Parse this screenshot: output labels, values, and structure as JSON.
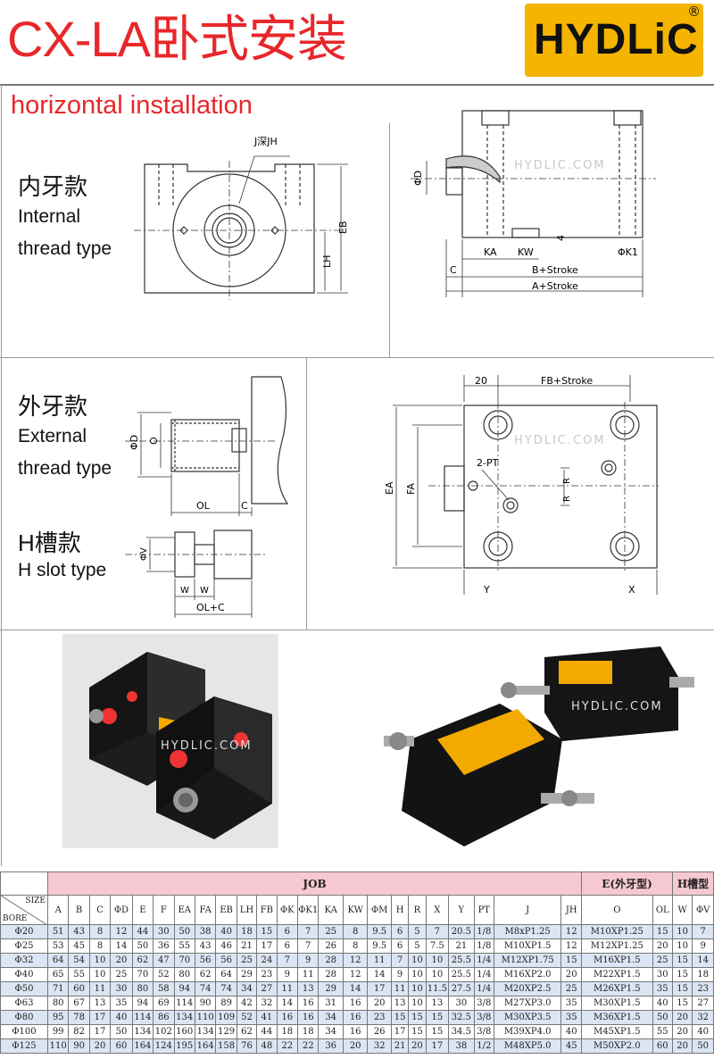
{
  "header": {
    "title": "CX-LA卧式安装",
    "logo_text": "HYDLiC",
    "logo_mark": "®",
    "subtitle": "horizontal installation"
  },
  "sections": {
    "internal": {
      "cn": "内牙款",
      "en1": "Internal",
      "en2": "thread type"
    },
    "external": {
      "cn": "外牙款",
      "en1": "External",
      "en2": "thread type"
    },
    "hslot": {
      "cn": "H槽款",
      "en": "H slot type"
    }
  },
  "watermark": "HYDLIC.COM",
  "drawing_labels": {
    "j_depth": "J深JH",
    "eb": "EB",
    "lh": "LH",
    "d": "ΦD",
    "ka": "KA",
    "kw": "KW",
    "k1": "ΦK1",
    "four": "4",
    "c": "C",
    "b_stroke": "B+Stroke",
    "a_stroke": "A+Stroke",
    "twenty": "20",
    "fb_stroke": "FB+Stroke",
    "pt": "2-PT",
    "r": "R",
    "ea": "EA",
    "fa": "FA",
    "y": "Y",
    "x": "X",
    "o": "O",
    "ol": "OL",
    "v": "ΦV",
    "w": "W",
    "olc": "OL+C"
  },
  "table": {
    "groups": {
      "job": "JOB",
      "ext": "E(外牙型)",
      "h": "H槽型"
    },
    "corner_size": "SIZE",
    "corner_bore": "BORE",
    "columns": [
      "A",
      "B",
      "C",
      "ΦD",
      "E",
      "F",
      "EA",
      "FA",
      "EB",
      "LH",
      "FB",
      "ΦK",
      "ΦK1",
      "KA",
      "KW",
      "ΦM",
      "H",
      "R",
      "X",
      "Y",
      "PT",
      "J",
      "JH",
      "O",
      "OL",
      "W",
      "ΦV"
    ],
    "rows": [
      [
        "Φ20",
        "51",
        "43",
        "8",
        "12",
        "44",
        "30",
        "50",
        "38",
        "40",
        "18",
        "15",
        "6",
        "7",
        "25",
        "8",
        "9.5",
        "6",
        "5",
        "7",
        "20.5",
        "1/8",
        "M8xP1.25",
        "12",
        "M10XP1.25",
        "15",
        "10",
        "7"
      ],
      [
        "Φ25",
        "53",
        "45",
        "8",
        "14",
        "50",
        "36",
        "55",
        "43",
        "46",
        "21",
        "17",
        "6",
        "7",
        "26",
        "8",
        "9.5",
        "6",
        "5",
        "7.5",
        "21",
        "1/8",
        "M10XP1.5",
        "12",
        "M12XP1.25",
        "20",
        "10",
        "9"
      ],
      [
        "Φ32",
        "64",
        "54",
        "10",
        "20",
        "62",
        "47",
        "70",
        "56",
        "56",
        "25",
        "24",
        "7",
        "9",
        "28",
        "12",
        "11",
        "7",
        "10",
        "10",
        "25.5",
        "1/4",
        "M12XP1.75",
        "15",
        "M16XP1.5",
        "25",
        "15",
        "14"
      ],
      [
        "Φ40",
        "65",
        "55",
        "10",
        "25",
        "70",
        "52",
        "80",
        "62",
        "64",
        "29",
        "23",
        "9",
        "11",
        "28",
        "12",
        "14",
        "9",
        "10",
        "10",
        "25.5",
        "1/4",
        "M16XP2.0",
        "20",
        "M22XP1.5",
        "30",
        "15",
        "18"
      ],
      [
        "Φ50",
        "71",
        "60",
        "11",
        "30",
        "80",
        "58",
        "94",
        "74",
        "74",
        "34",
        "27",
        "11",
        "13",
        "29",
        "14",
        "17",
        "11",
        "10",
        "11.5",
        "27.5",
        "1/4",
        "M20XP2.5",
        "25",
        "M26XP1.5",
        "35",
        "15",
        "23"
      ],
      [
        "Φ63",
        "80",
        "67",
        "13",
        "35",
        "94",
        "69",
        "114",
        "90",
        "89",
        "42",
        "32",
        "14",
        "16",
        "31",
        "16",
        "20",
        "13",
        "10",
        "13",
        "30",
        "3/8",
        "M27XP3.0",
        "35",
        "M30XP1.5",
        "40",
        "15",
        "27"
      ],
      [
        "Φ80",
        "95",
        "78",
        "17",
        "40",
        "114",
        "86",
        "134",
        "110",
        "109",
        "52",
        "41",
        "16",
        "16",
        "34",
        "16",
        "23",
        "15",
        "15",
        "15",
        "32.5",
        "3/8",
        "M30XP3.5",
        "35",
        "M36XP1.5",
        "50",
        "20",
        "32"
      ],
      [
        "Φ100",
        "99",
        "82",
        "17",
        "50",
        "134",
        "102",
        "160",
        "134",
        "129",
        "62",
        "44",
        "18",
        "18",
        "34",
        "16",
        "26",
        "17",
        "15",
        "15",
        "34.5",
        "3/8",
        "M39XP4.0",
        "40",
        "M45XP1.5",
        "55",
        "20",
        "40"
      ],
      [
        "Φ125",
        "110",
        "90",
        "20",
        "60",
        "164",
        "124",
        "195",
        "164",
        "158",
        "76",
        "48",
        "22",
        "22",
        "36",
        "20",
        "32",
        "21",
        "20",
        "17",
        "38",
        "1/2",
        "M48XP5.0",
        "45",
        "M50XP2.0",
        "60",
        "20",
        "50"
      ]
    ]
  }
}
